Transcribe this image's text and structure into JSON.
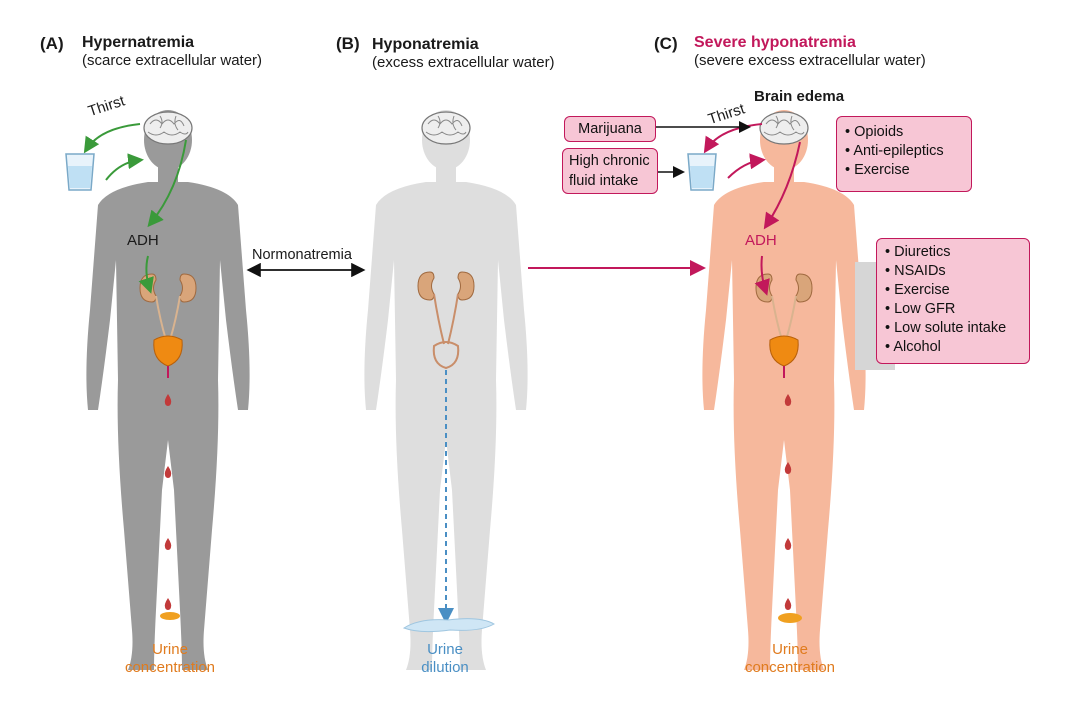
{
  "panels": [
    {
      "letter": "(A)",
      "title": "Hypernatremia",
      "subtitle": "(scarce extracellular water)",
      "urine_line1": "Urine",
      "urine_line2": "concentration"
    },
    {
      "letter": "(B)",
      "title": "Hyponatremia",
      "subtitle": "(excess extracellular water)",
      "urine_line1": "Urine",
      "urine_line2": "dilution"
    },
    {
      "letter": "(C)",
      "title": "Severe hyponatremia",
      "subtitle": "(severe excess extracellular water)",
      "urine_line1": "Urine",
      "urine_line2": "concentration"
    }
  ],
  "labels": {
    "thirst": "Thirst",
    "adh": "ADH",
    "normonatremia": "Normonatremia",
    "brain_edema": "Brain edema"
  },
  "boxes": {
    "marijuana": "Marijuana",
    "high_fluid_line1": "High chronic",
    "high_fluid_line2": "fluid intake",
    "brain_factors": [
      "Opioids",
      "Anti-epileptics",
      "Exercise"
    ],
    "kidney_factors": [
      "Diuretics",
      "NSAIDs",
      "Exercise",
      "Low GFR",
      "Low solute intake",
      "Alcohol"
    ]
  },
  "colors": {
    "body_dark": "#9a9a9a",
    "body_light": "#dcdcdc",
    "body_skin": "#f6b89c",
    "green_arrow": "#3a9a3a",
    "magenta_arrow": "#c2185b",
    "urine_orange": "#e07b1e",
    "dilution_blue": "#4a8fc4"
  }
}
